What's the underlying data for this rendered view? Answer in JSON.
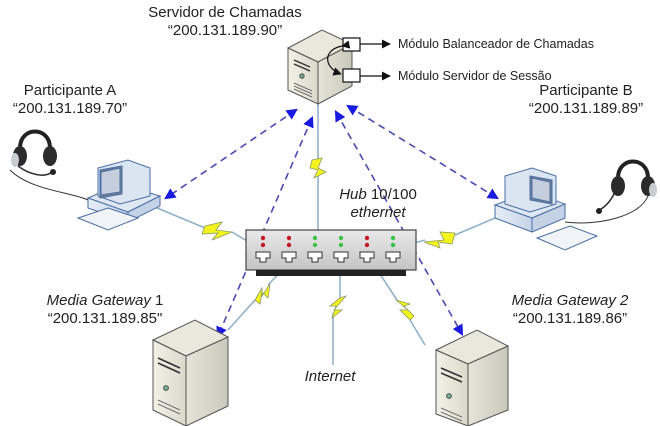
{
  "nodes": {
    "call_server": {
      "name": "Servidor de Chamadas",
      "ip": "“200.131.189.90”"
    },
    "participant_a": {
      "name": "Participante A",
      "ip": "“200.131.189.70”"
    },
    "participant_b": {
      "name": "Participante B",
      "ip": "“200.131.189.89”"
    },
    "media_gateway_1": {
      "name_italic": "Media Gateway",
      "name_suffix": " 1",
      "ip": "“200.131.189.85\""
    },
    "media_gateway_2": {
      "name_italic": "Media Gateway 2",
      "ip": "“200.131.189.86”"
    },
    "hub": {
      "name_italic": "Hub",
      "name_suffix": " 10/100",
      "line2": "ethernet"
    },
    "internet": {
      "name": "Internet"
    }
  },
  "modules": [
    {
      "label": "Módulo Balanceador de Chamadas"
    },
    {
      "label": "Módulo Servidor de Sessão"
    }
  ],
  "hub_port_leds": [
    "red",
    "red",
    "green",
    "green",
    "red",
    "green"
  ],
  "colors": {
    "dashed_link": "#3a3ab0",
    "arrow": "#1a1ae0",
    "lightning": "#f4f41c",
    "cable": "#7da7c4",
    "led_red": "#c0192a",
    "led_green": "#38c24a"
  }
}
